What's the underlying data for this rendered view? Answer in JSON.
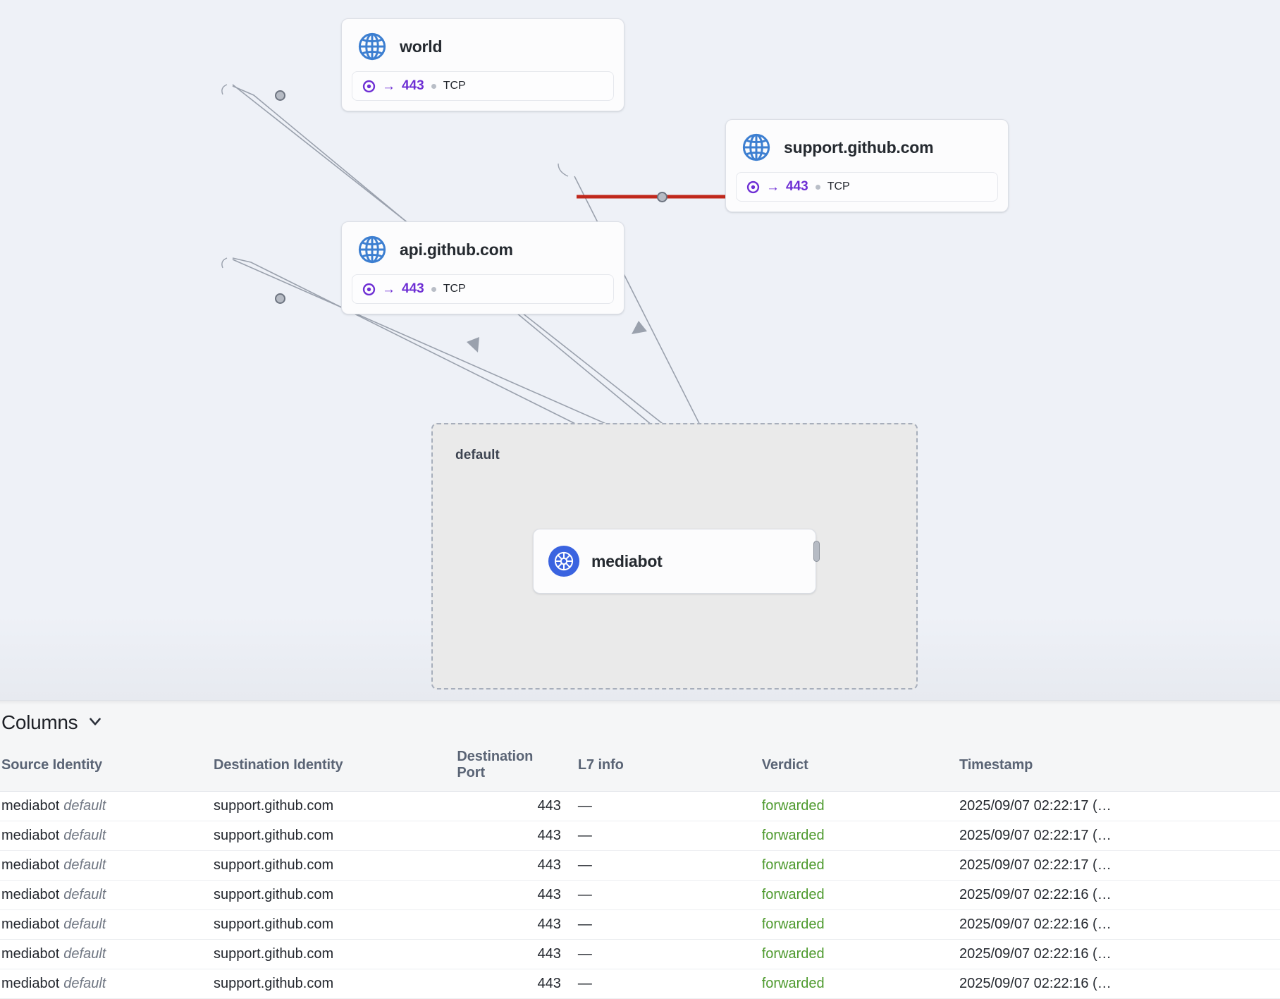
{
  "graph": {
    "namespace_group": {
      "label": "default"
    },
    "nodes": [
      {
        "id": "world",
        "title": "world",
        "icon": "globe-icon",
        "port": "443",
        "port_arrow": "→",
        "protocol": "TCP"
      },
      {
        "id": "support-github-com",
        "title": "support.github.com",
        "icon": "globe-icon",
        "port": "443",
        "port_arrow": "→",
        "protocol": "TCP"
      },
      {
        "id": "api-github-com",
        "title": "api.github.com",
        "icon": "globe-icon",
        "port": "443",
        "port_arrow": "→",
        "protocol": "TCP"
      },
      {
        "id": "mediabot",
        "title": "mediabot",
        "icon": "kubernetes-icon",
        "port": null,
        "port_arrow": null,
        "protocol": null
      }
    ],
    "edge_colors": {
      "normal": "#9aa1ad",
      "highlighted": "#c0281c"
    }
  },
  "panel": {
    "columns_button": {
      "label": "Columns",
      "chevron": "⌄"
    },
    "table": {
      "headers": [
        "Source Identity",
        "Destination Identity",
        "Destination Port",
        "L7 info",
        "Verdict",
        "Timestamp"
      ],
      "rows": [
        {
          "source": "mediabot",
          "source_ns": "default",
          "destination": "support.github.com",
          "port": "443",
          "l7": "—",
          "verdict": "forwarded",
          "timestamp": "2025/09/07 02:22:17 (…"
        },
        {
          "source": "mediabot",
          "source_ns": "default",
          "destination": "support.github.com",
          "port": "443",
          "l7": "—",
          "verdict": "forwarded",
          "timestamp": "2025/09/07 02:22:17 (…"
        },
        {
          "source": "mediabot",
          "source_ns": "default",
          "destination": "support.github.com",
          "port": "443",
          "l7": "—",
          "verdict": "forwarded",
          "timestamp": "2025/09/07 02:22:17 (…"
        },
        {
          "source": "mediabot",
          "source_ns": "default",
          "destination": "support.github.com",
          "port": "443",
          "l7": "—",
          "verdict": "forwarded",
          "timestamp": "2025/09/07 02:22:16 (…"
        },
        {
          "source": "mediabot",
          "source_ns": "default",
          "destination": "support.github.com",
          "port": "443",
          "l7": "—",
          "verdict": "forwarded",
          "timestamp": "2025/09/07 02:22:16 (…"
        },
        {
          "source": "mediabot",
          "source_ns": "default",
          "destination": "support.github.com",
          "port": "443",
          "l7": "—",
          "verdict": "forwarded",
          "timestamp": "2025/09/07 02:22:16 (…"
        },
        {
          "source": "mediabot",
          "source_ns": "default",
          "destination": "support.github.com",
          "port": "443",
          "l7": "—",
          "verdict": "forwarded",
          "timestamp": "2025/09/07 02:22:16 (…"
        }
      ]
    },
    "verdict_color": "#4e9a2e"
  }
}
